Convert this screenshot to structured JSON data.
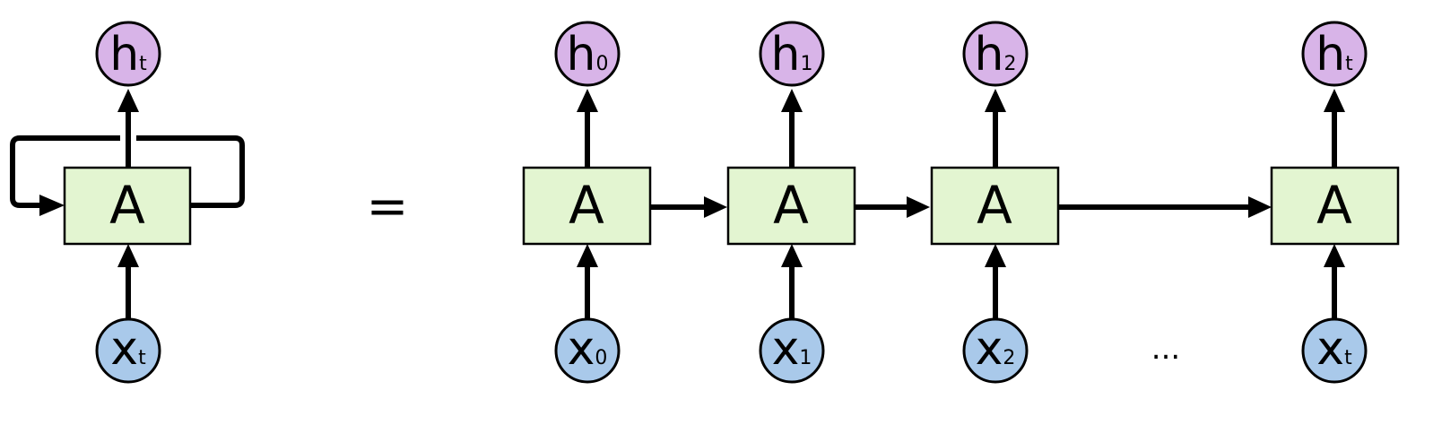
{
  "colors": {
    "cell_fill": "#e3f5d1",
    "output_fill": "#d8b4e8",
    "input_fill": "#a9c9ea",
    "stroke": "#000000"
  },
  "rolled": {
    "cell_label": "A",
    "output": {
      "letter": "h",
      "sub": "t"
    },
    "input": {
      "letter": "x",
      "sub": "t"
    }
  },
  "equals_sign": "=",
  "ellipsis": "...",
  "unrolled": [
    {
      "cell_label": "A",
      "output": {
        "letter": "h",
        "sub": "0"
      },
      "input": {
        "letter": "x",
        "sub": "0"
      }
    },
    {
      "cell_label": "A",
      "output": {
        "letter": "h",
        "sub": "1"
      },
      "input": {
        "letter": "x",
        "sub": "1"
      }
    },
    {
      "cell_label": "A",
      "output": {
        "letter": "h",
        "sub": "2"
      },
      "input": {
        "letter": "x",
        "sub": "2"
      }
    },
    {
      "cell_label": "A",
      "output": {
        "letter": "h",
        "sub": "t"
      },
      "input": {
        "letter": "x",
        "sub": "t"
      }
    }
  ]
}
